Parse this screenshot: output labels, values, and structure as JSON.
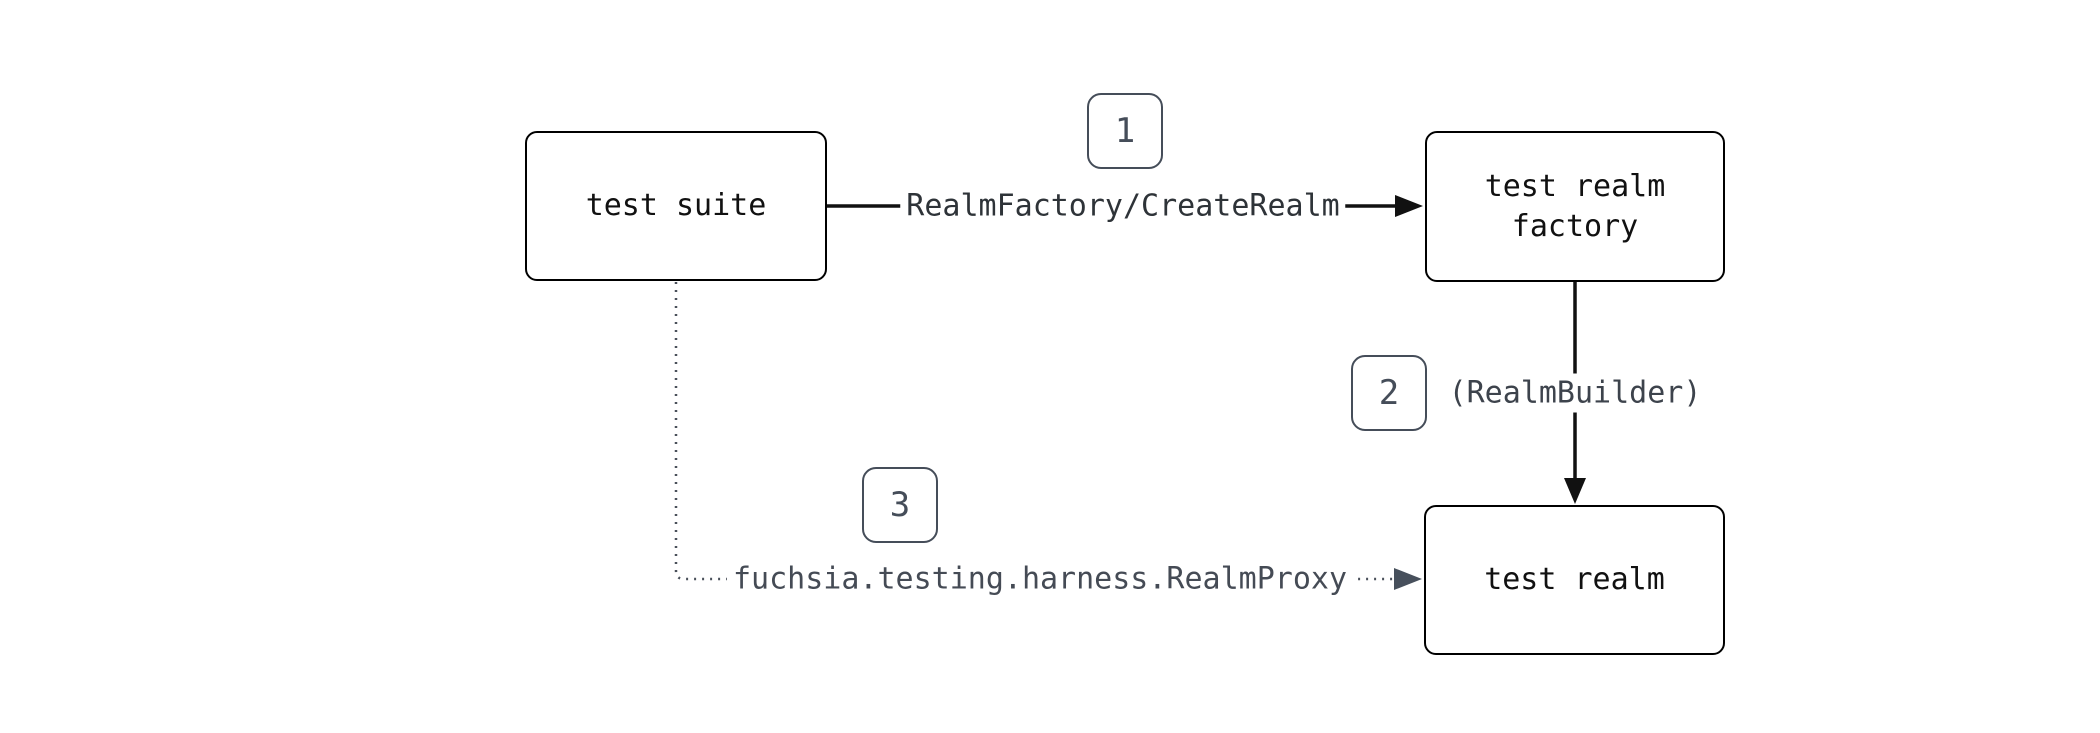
{
  "diagram": {
    "nodes": [
      {
        "id": "test-suite",
        "label": "test suite"
      },
      {
        "id": "test-realm-factory",
        "label": "test realm factory"
      },
      {
        "id": "test-realm",
        "label": "test realm"
      }
    ],
    "edges": [
      {
        "badge": "1",
        "label": "RealmFactory/CreateRealm",
        "style": "solid",
        "from": "test-suite",
        "to": "test-realm-factory"
      },
      {
        "badge": "2",
        "label": "(RealmBuilder)",
        "style": "solid",
        "from": "test-realm-factory",
        "to": "test-realm"
      },
      {
        "badge": "3",
        "label": "fuchsia.testing.harness.RealmProxy",
        "style": "dotted",
        "from": "test-suite",
        "to": "test-realm"
      }
    ]
  },
  "colors": {
    "box_border": "#000000",
    "box_fill": "#ffffff",
    "box_text": "#111111",
    "solid_edge": "#111111",
    "dotted_edge": "#4a505a",
    "dotted_arrowhead": "#47505c",
    "badge_border": "#454d59",
    "badge_text": "#454d59",
    "badge_fill": "#ffffff",
    "edge1_label": "#2e3338",
    "edge2_label": "#3d434c",
    "edge3_label": "#454b55"
  }
}
